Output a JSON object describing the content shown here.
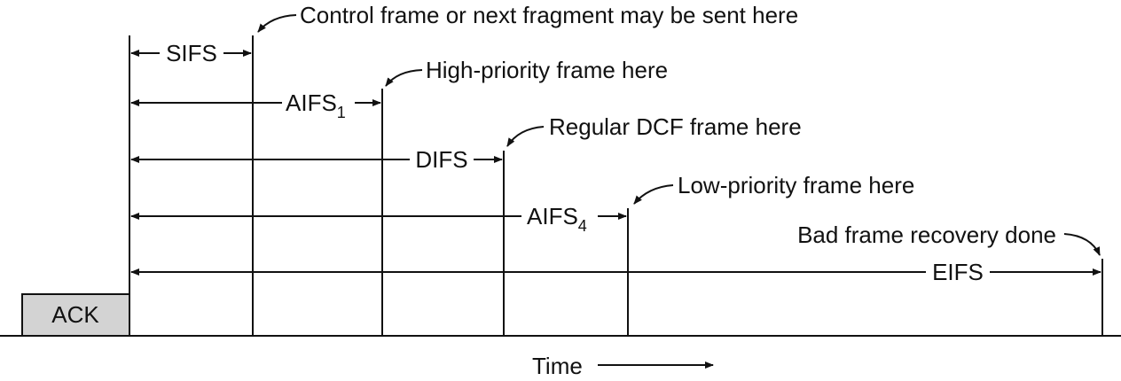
{
  "diagram": {
    "ack_label": "ACK",
    "intervals": {
      "sifs": {
        "label": "SIFS"
      },
      "aifs1": {
        "label": "AIFS",
        "subscript": "1"
      },
      "difs": {
        "label": "DIFS"
      },
      "aifs4": {
        "label": "AIFS",
        "subscript": "4"
      },
      "eifs": {
        "label": "EIFS"
      }
    },
    "annotations": {
      "control": "Control frame or next fragment may be sent here",
      "high": "High-priority frame here",
      "regular": "Regular DCF frame here",
      "low": "Low-priority frame here",
      "bad": "Bad frame recovery done"
    },
    "time_label": "Time",
    "colors": {
      "ack_fill": "#d3d3d3",
      "ink": "#111111"
    }
  }
}
